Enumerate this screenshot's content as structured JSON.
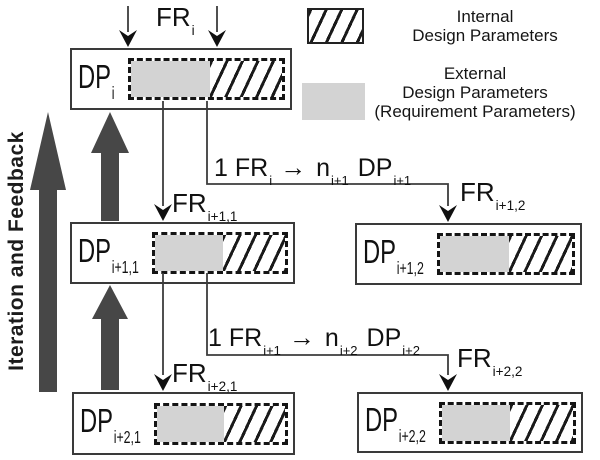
{
  "sidebar": {
    "label": "Iteration and Feedback"
  },
  "legend": {
    "internal": {
      "line1": "Internal",
      "line2": "Design Parameters"
    },
    "external": {
      "line1": "External",
      "line2": "Design Parameters",
      "line3": "(Requirement Parameters)"
    }
  },
  "boxes": {
    "top": {
      "base": "DP",
      "sub": "i"
    },
    "mid_left": {
      "base": "DP",
      "sub": "i+1,1"
    },
    "mid_right": {
      "base": "DP",
      "sub": "i+1,2"
    },
    "bot_left": {
      "base": "DP",
      "sub": "i+2,1"
    },
    "bot_right": {
      "base": "DP",
      "sub": "i+2,2"
    }
  },
  "fr_labels": {
    "top": {
      "base": "FR",
      "sub": "i"
    },
    "mid_left": {
      "base": "FR",
      "sub": "i+1,1"
    },
    "mid_right": {
      "base": "FR",
      "sub": "i+1,2"
    },
    "bot_left": {
      "base": "FR",
      "sub": "i+2,1"
    },
    "bot_right": {
      "base": "FR",
      "sub": "i+2,2"
    }
  },
  "mappings": {
    "first": {
      "pre": "1 FR",
      "pre_sub": "i",
      "arrow": "→",
      "n": "n",
      "n_sub": "i+1",
      "dp": "DP",
      "dp_sub": "i+1"
    },
    "second": {
      "pre": "1 FR",
      "pre_sub": "i+1",
      "arrow": "→",
      "n": "n",
      "n_sub": "i+2",
      "dp": "DP",
      "dp_sub": "i+2"
    }
  },
  "colors": {
    "arrow_fill": "#474747",
    "external_fill": "#d3d3d3",
    "line_color": "#3c3c3c",
    "hatch_color": "#1a1a1a",
    "border_color": "#3a3a3a",
    "text_color": "#111111"
  }
}
